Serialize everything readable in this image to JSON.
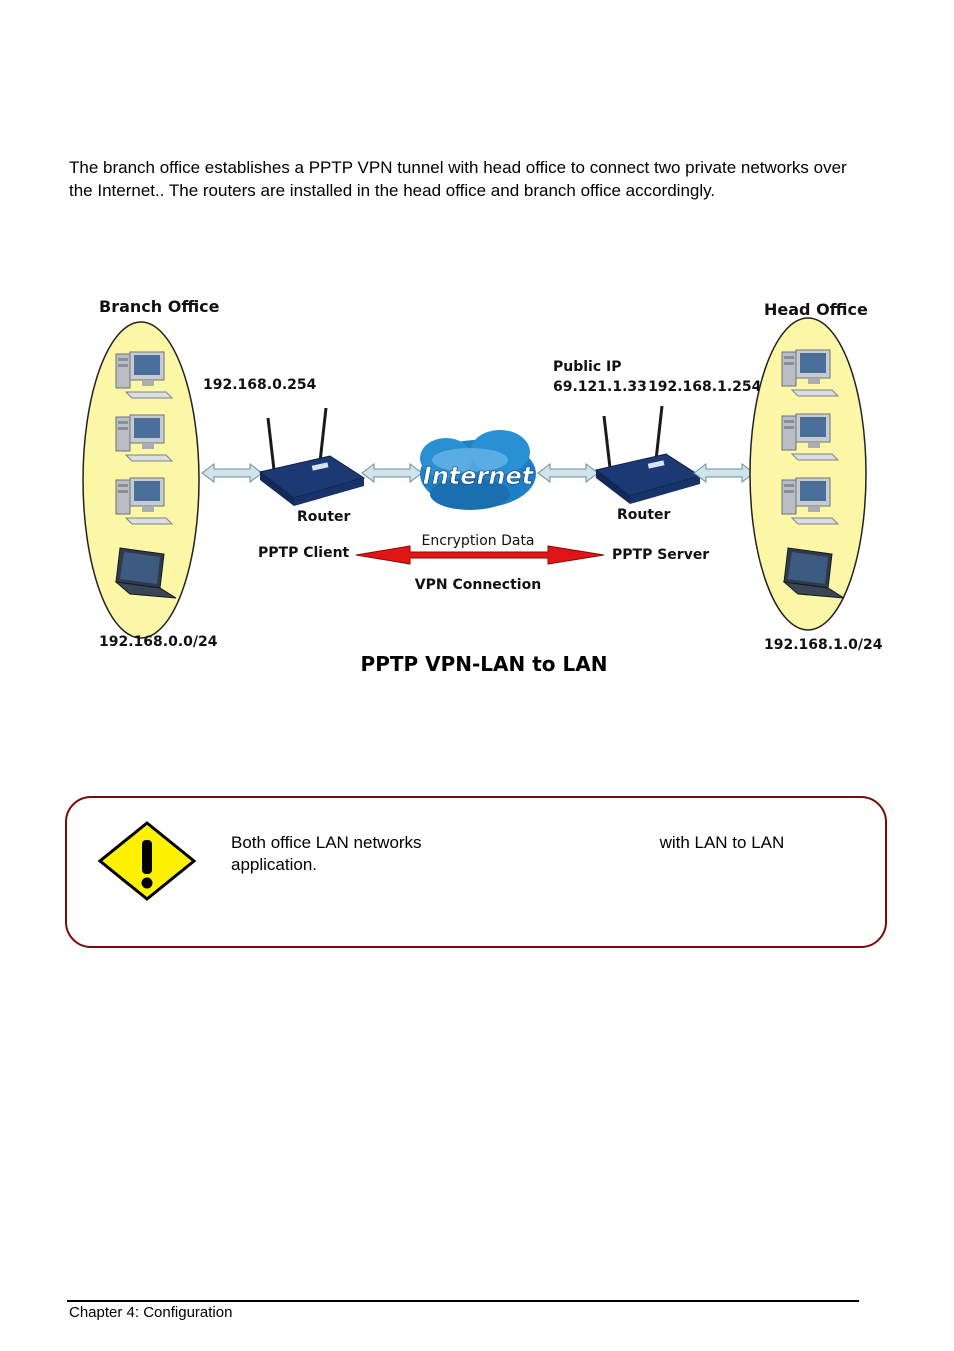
{
  "intro": {
    "paragraph": "The branch office establishes a PPTP VPN tunnel with head office to connect two private networks over the Internet.. The routers are installed in the head office and branch office accordingly."
  },
  "diagram": {
    "branch": {
      "title": "Branch Office",
      "router_ip": "192.168.0.254",
      "subnet": "192.168.0.0/24",
      "router_label": "Router",
      "role": "PPTP Client"
    },
    "head": {
      "title": "Head Office",
      "public_ip_label": "Public IP",
      "public_ip": "69.121.1.33",
      "router_ip": "192.168.1.254",
      "subnet": "192.168.1.0/24",
      "router_label": "Router",
      "role": "PPTP Server"
    },
    "internet_label": "Internet",
    "encryption_label": "Encryption Data",
    "vpn_label": "VPN Connection",
    "caption": "PPTP VPN-LAN to LAN"
  },
  "note": {
    "text_before": "Both office LAN networks",
    "text_after": "with LAN to LAN",
    "text_line2": "application.",
    "icon": "warning-exclamation-icon"
  },
  "footer": {
    "chapter": "Chapter 4: Configuration"
  },
  "colors": {
    "oval_fill": "#fbf7a6",
    "oval_stroke": "#222222",
    "cloud": "#1f7fc6",
    "arrow_red": "#e01515",
    "connector": "#cfe3ea",
    "router": "#1b3a74",
    "note_border": "#7a0b0b",
    "warning_yellow": "#fff200"
  }
}
